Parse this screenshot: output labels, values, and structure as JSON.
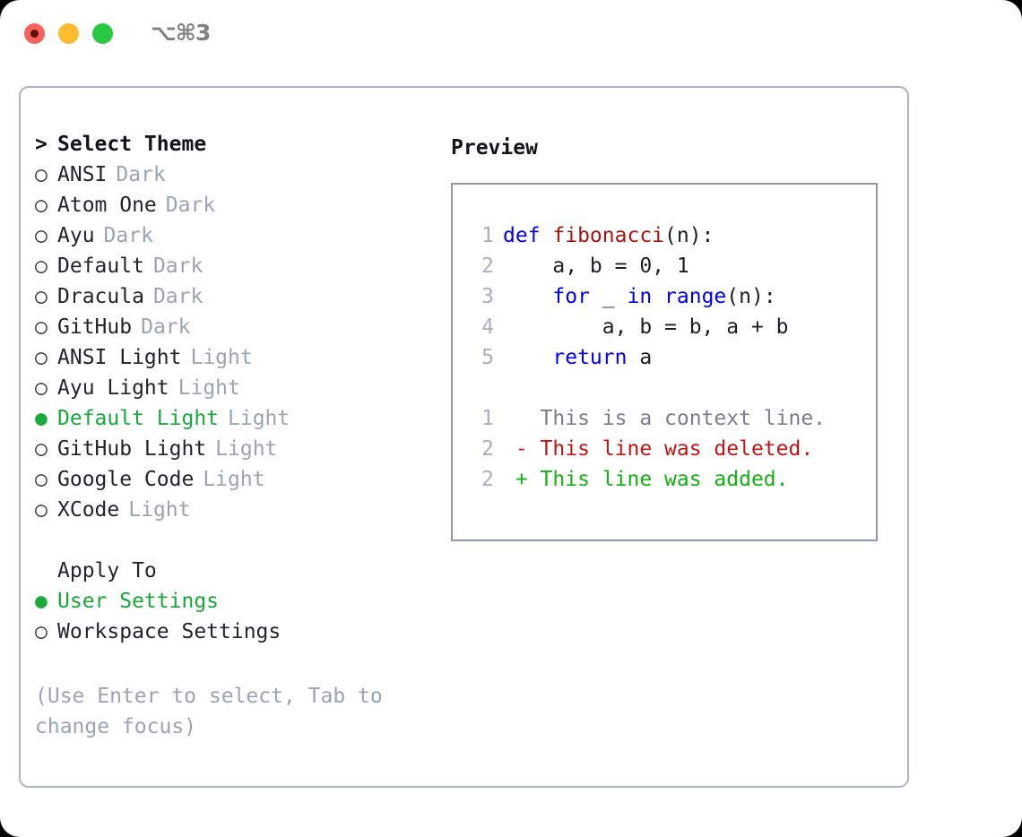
{
  "titlebar": {
    "shortcut": "⌥⌘3",
    "buttons": [
      {
        "name": "close",
        "color": "#f9615c"
      },
      {
        "name": "minimize",
        "color": "#fdbc2e"
      },
      {
        "name": "zoom",
        "color": "#28c840"
      }
    ]
  },
  "theme_picker": {
    "header_marker": ">",
    "header_label": "Select Theme",
    "marker_unselected": "○",
    "marker_selected": "●",
    "selected_color": "#19a63a",
    "items": [
      {
        "label": "ANSI",
        "suffix": "Dark",
        "selected": false
      },
      {
        "label": "Atom One",
        "suffix": "Dark",
        "selected": false
      },
      {
        "label": "Ayu",
        "suffix": "Dark",
        "selected": false
      },
      {
        "label": "Default",
        "suffix": "Dark",
        "selected": false
      },
      {
        "label": "Dracula",
        "suffix": "Dark",
        "selected": false
      },
      {
        "label": "GitHub",
        "suffix": "Dark",
        "selected": false
      },
      {
        "label": "ANSI Light",
        "suffix": "Light",
        "selected": false
      },
      {
        "label": "Ayu Light",
        "suffix": "Light",
        "selected": false
      },
      {
        "label": "Default Light",
        "suffix": "Light",
        "selected": true
      },
      {
        "label": "GitHub Light",
        "suffix": "Light",
        "selected": false
      },
      {
        "label": "Google Code",
        "suffix": "Light",
        "selected": false
      },
      {
        "label": "XCode",
        "suffix": "Light",
        "selected": false
      }
    ]
  },
  "apply_to": {
    "header_label": "Apply To",
    "items": [
      {
        "label": "User Settings",
        "selected": true
      },
      {
        "label": "Workspace Settings",
        "selected": false
      }
    ]
  },
  "hint": "(Use Enter to select, Tab to change focus)",
  "preview": {
    "title": "Preview",
    "code_lines": [
      {
        "no": "1",
        "tokens": [
          {
            "t": "def ",
            "k": "kw"
          },
          {
            "t": "fibonacci",
            "k": "fn"
          },
          {
            "t": "(n):",
            "k": "plain"
          }
        ]
      },
      {
        "no": "2",
        "tokens": [
          {
            "t": "    a, b = 0, 1",
            "k": "plain"
          }
        ]
      },
      {
        "no": "3",
        "tokens": [
          {
            "t": "    ",
            "k": "plain"
          },
          {
            "t": "for ",
            "k": "kw"
          },
          {
            "t": "_ ",
            "k": "plain"
          },
          {
            "t": "in ",
            "k": "kw"
          },
          {
            "t": "range",
            "k": "kw"
          },
          {
            "t": "(n):",
            "k": "plain"
          }
        ]
      },
      {
        "no": "4",
        "tokens": [
          {
            "t": "        a, b = b, a + b",
            "k": "plain"
          }
        ]
      },
      {
        "no": "5",
        "tokens": [
          {
            "t": "    ",
            "k": "plain"
          },
          {
            "t": "return ",
            "k": "kw"
          },
          {
            "t": "a",
            "k": "plain"
          }
        ]
      }
    ],
    "diff_lines": [
      {
        "no": "1",
        "sign": " ",
        "text": "This is a context line.",
        "kind": "ctx"
      },
      {
        "no": "2",
        "sign": "-",
        "text": "This line was deleted.",
        "kind": "del"
      },
      {
        "no": "2",
        "sign": "+",
        "text": "This line was added.",
        "kind": "add"
      }
    ]
  },
  "colors": {
    "keyword": "#0000e6",
    "function": "#a31515",
    "diff_add": "#14b014",
    "diff_del": "#c31414",
    "diff_ctx": "#777f8a",
    "muted": "#9aa4b2"
  }
}
